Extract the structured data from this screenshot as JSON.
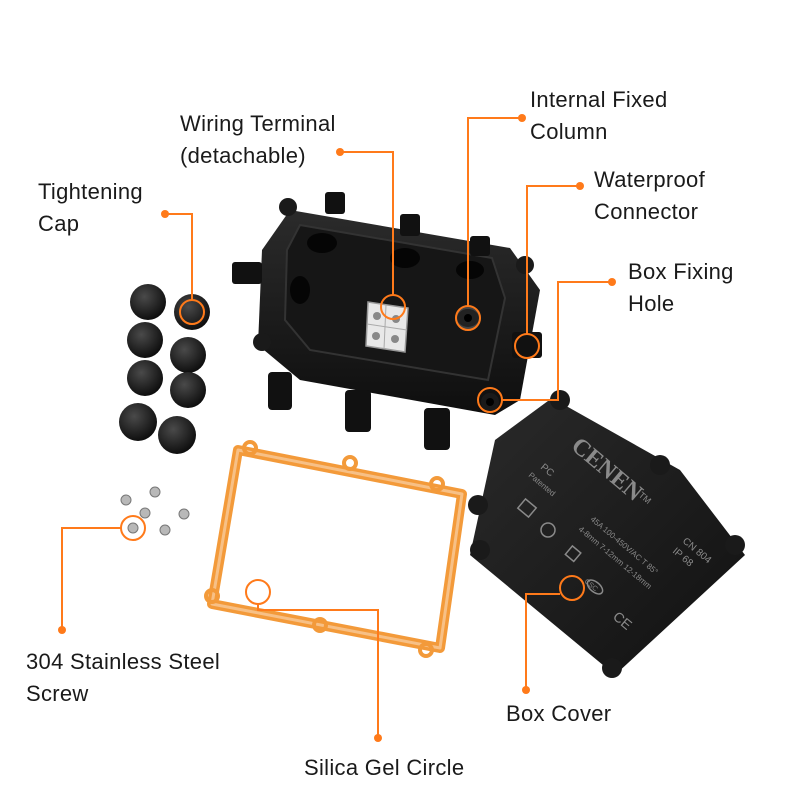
{
  "accent_color": "#ff7a1a",
  "labels": {
    "wiring_terminal": [
      "Wiring Terminal",
      "(detachable)"
    ],
    "internal_fixed_column": [
      "Internal Fixed",
      "Column"
    ],
    "tightening_cap": [
      "Tightening",
      "Cap"
    ],
    "waterproof_connector": [
      "Waterproof",
      "Connector"
    ],
    "box_fixing_hole": [
      "Box Fixing",
      "Hole"
    ],
    "stainless_screw": [
      "304 Stainless Steel",
      "Screw"
    ],
    "box_cover": [
      "Box Cover"
    ],
    "silica_gel_circle": [
      "Silica Gel Circle"
    ]
  },
  "cover_text": {
    "brand": "CENEN",
    "tm": "TM",
    "pc": "PC",
    "patented": "Patented",
    "rating": "45A 100-450V/AC T 85°",
    "sizes": "4-8mm   7-12mm   12-18mm",
    "cn": "CN 804",
    "ip": "IP 68",
    "ce": "CE",
    "csc": "CSC"
  }
}
